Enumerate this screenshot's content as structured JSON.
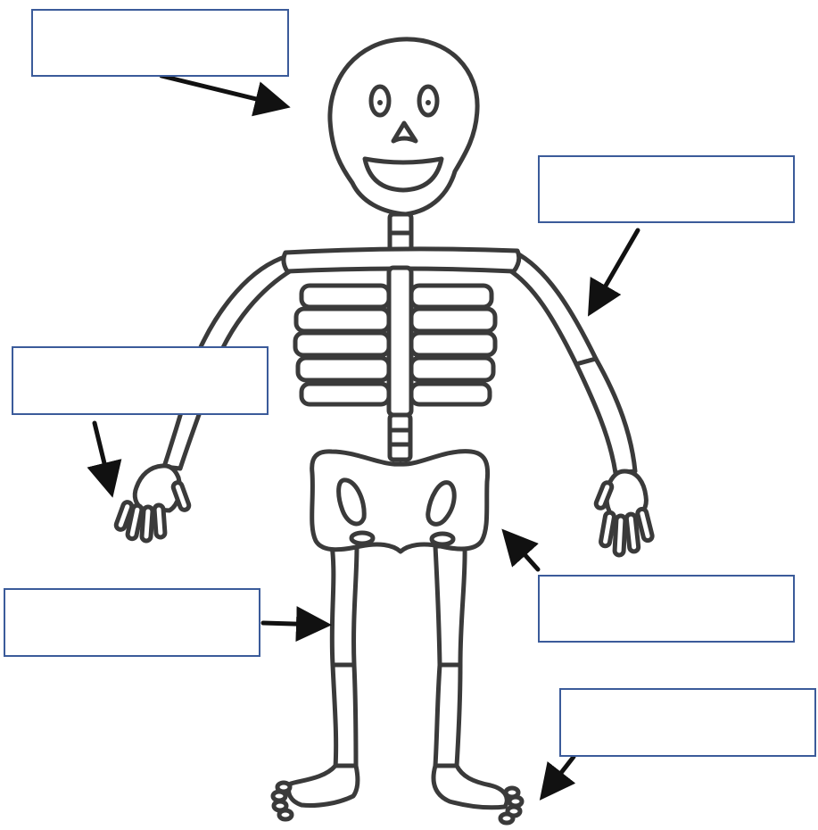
{
  "colors": {
    "box_border": "#3b5b9a",
    "outline": "#3a3a3a",
    "arrow": "#111111",
    "background": "#ffffff"
  },
  "labels": [
    {
      "id": "skull",
      "value": ""
    },
    {
      "id": "arm",
      "value": ""
    },
    {
      "id": "hand",
      "value": ""
    },
    {
      "id": "leg",
      "value": ""
    },
    {
      "id": "pelvis",
      "value": ""
    },
    {
      "id": "foot",
      "value": ""
    }
  ]
}
